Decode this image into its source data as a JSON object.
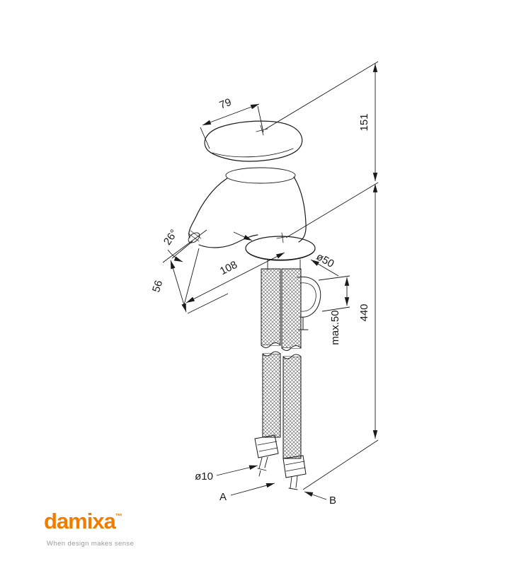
{
  "drawing": {
    "line_color": "#1a1a1a",
    "dimensions": {
      "handle_width": "79",
      "height_top": "151",
      "spout_angle": "26°",
      "spout_reach": "108",
      "spout_height": "56",
      "base_diameter": "ø50",
      "max_deck_thickness": "max.50",
      "hose_length": "440",
      "hose_diameter": "ø10",
      "connection_a": "A",
      "connection_b": "B"
    }
  },
  "logo": {
    "brand": "damixa",
    "trademark": "™",
    "tagline": "When design makes sense",
    "brand_color": "#F07D00",
    "tagline_color": "#9b9b9b"
  }
}
